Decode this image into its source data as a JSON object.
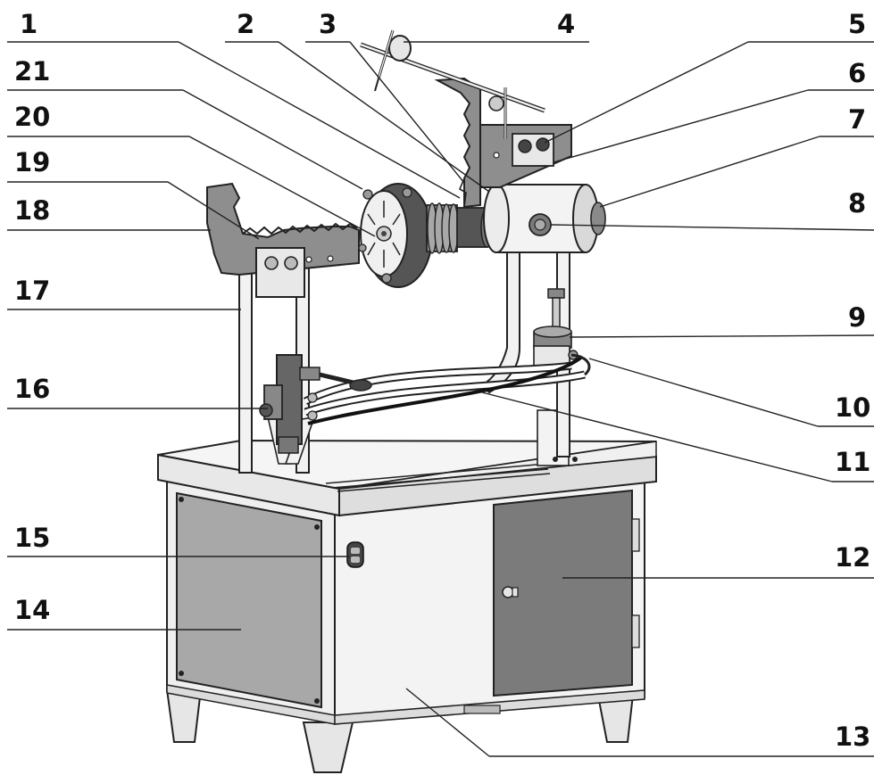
{
  "diagram": {
    "labels": {
      "n1": "1",
      "n2": "2",
      "n3": "3",
      "n4": "4",
      "n5": "5",
      "n6": "6",
      "n7": "7",
      "n8": "8",
      "n9": "9",
      "n10": "10",
      "n11": "11",
      "n12": "12",
      "n13": "13",
      "n14": "14",
      "n15": "15",
      "n16": "16",
      "n17": "17",
      "n18": "18",
      "n19": "19",
      "n20": "20",
      "n21": "21"
    },
    "colors": {
      "panel_dark": "#7b7b7b",
      "panel_medium": "#a8a8a8",
      "body_light": "#efefef",
      "jaw": "#8e8e8e",
      "flange": "#555555",
      "spring": "#9a9a9a",
      "outline": "#222222"
    }
  }
}
